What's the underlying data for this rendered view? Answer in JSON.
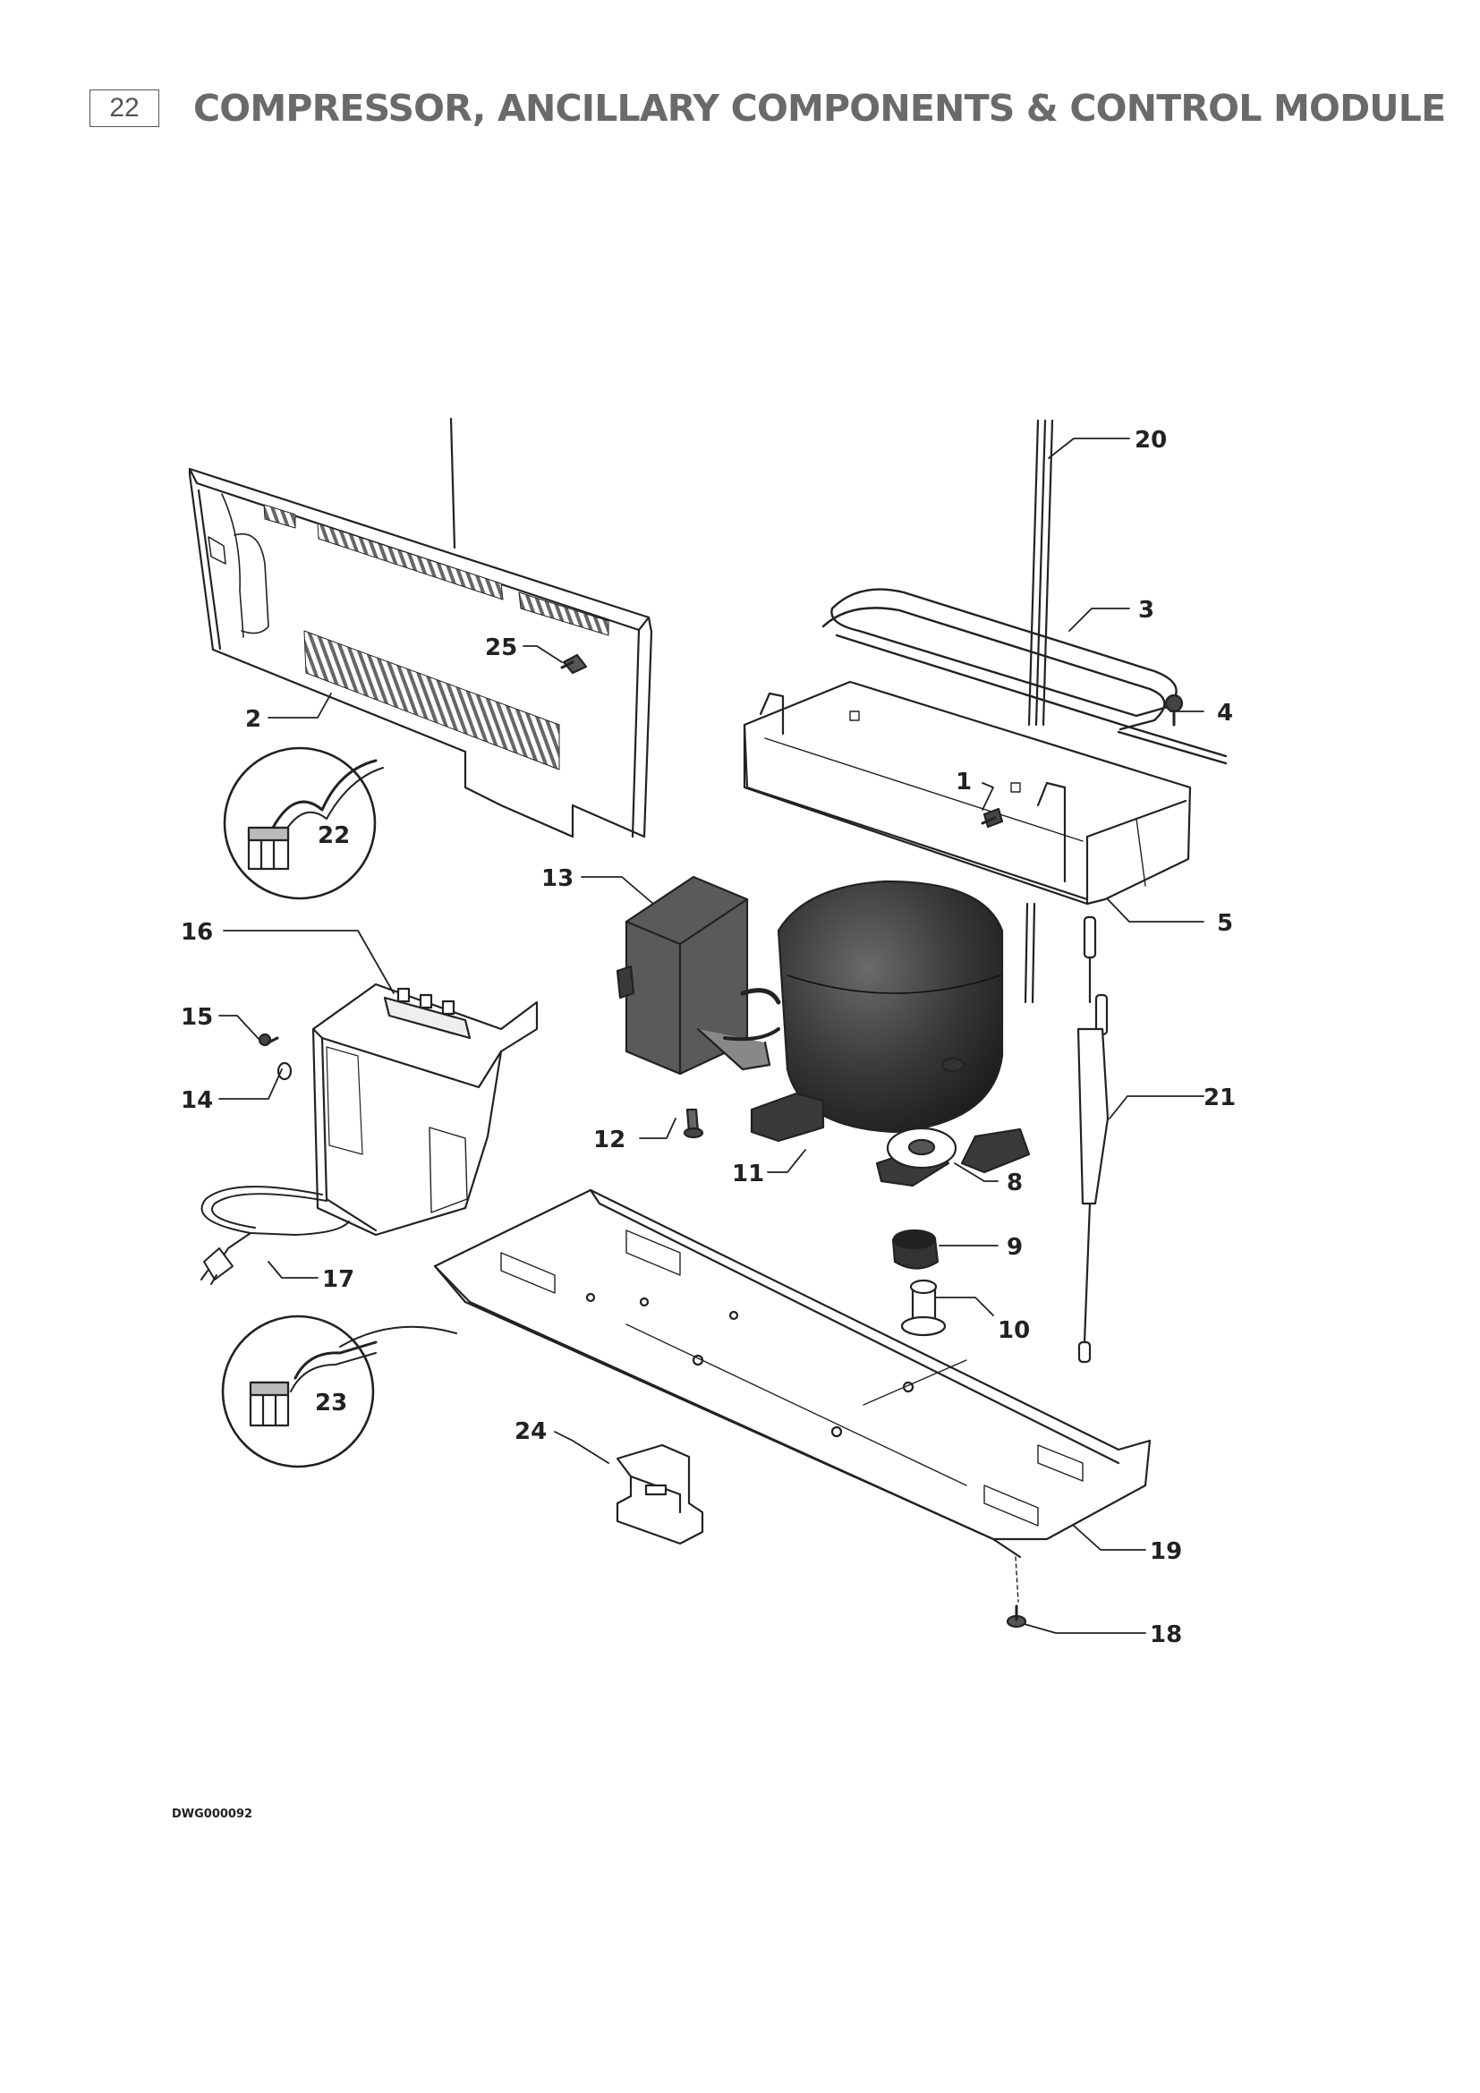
{
  "page": {
    "number": "22",
    "title": "COMPRESSOR, ANCILLARY COMPONENTS & CONTROL MODULE"
  },
  "drawing_id": "DWG000092",
  "callouts": [
    {
      "id": "c1",
      "label": "1"
    },
    {
      "id": "c2",
      "label": "2"
    },
    {
      "id": "c3",
      "label": "3"
    },
    {
      "id": "c4",
      "label": "4"
    },
    {
      "id": "c5",
      "label": "5"
    },
    {
      "id": "c8",
      "label": "8"
    },
    {
      "id": "c9",
      "label": "9"
    },
    {
      "id": "c10",
      "label": "10"
    },
    {
      "id": "c11",
      "label": "11"
    },
    {
      "id": "c12",
      "label": "12"
    },
    {
      "id": "c13",
      "label": "13"
    },
    {
      "id": "c14",
      "label": "14"
    },
    {
      "id": "c15",
      "label": "15"
    },
    {
      "id": "c16",
      "label": "16"
    },
    {
      "id": "c17",
      "label": "17"
    },
    {
      "id": "c18",
      "label": "18"
    },
    {
      "id": "c19",
      "label": "19"
    },
    {
      "id": "c20",
      "label": "20"
    },
    {
      "id": "c21",
      "label": "21"
    },
    {
      "id": "c22",
      "label": "22"
    },
    {
      "id": "c23",
      "label": "23"
    },
    {
      "id": "c24",
      "label": "24"
    },
    {
      "id": "c25",
      "label": "25"
    }
  ]
}
